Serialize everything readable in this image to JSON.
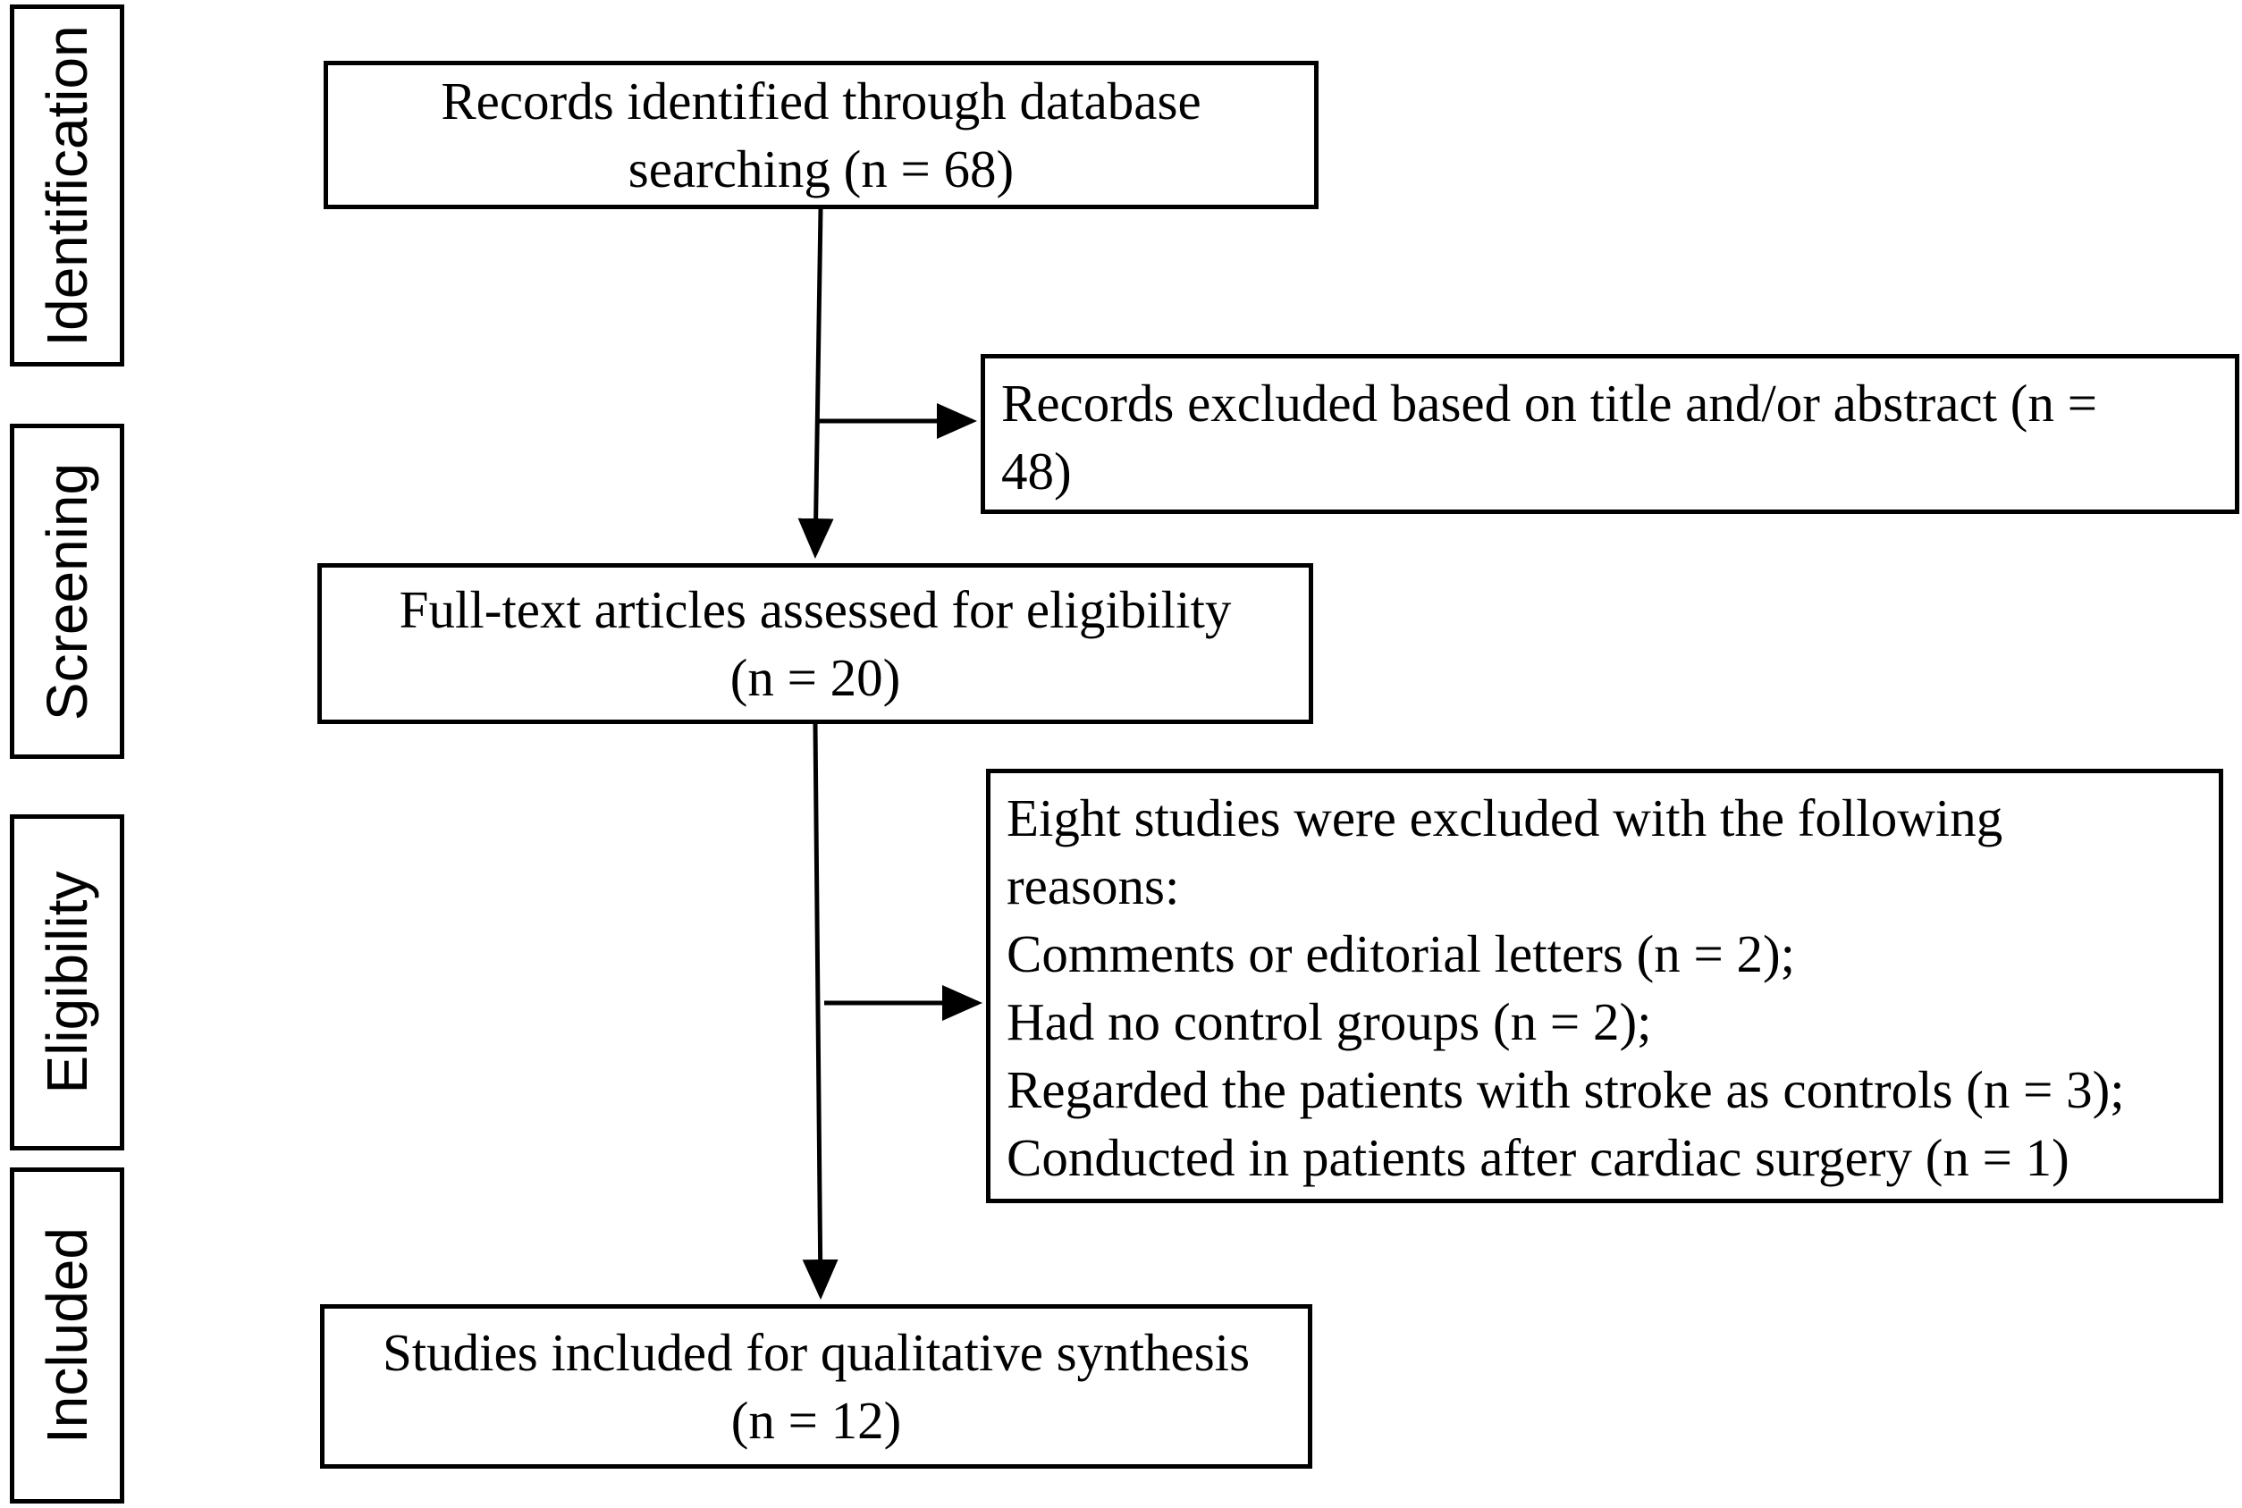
{
  "stages": {
    "identification": "Identification",
    "screening": "Screening",
    "eligibility": "Eligibility",
    "included": "Included"
  },
  "boxes": {
    "records_identified": {
      "line1": "Records identified through database",
      "line2": "searching  (n = 68)"
    },
    "records_excluded": {
      "line1": "Records excluded based on title and/or abstract (n =",
      "line2": "48)"
    },
    "fulltext_assessed": {
      "line1": "Full-text articles assessed for eligibility",
      "line2": "(n = 20)"
    },
    "studies_excluded": {
      "line1": "Eight studies were excluded with the following",
      "line2": "reasons:",
      "line3": "Comments or editorial letters (n = 2);",
      "line4": "Had no control groups (n = 2);",
      "line5": "Regarded the patients with stroke as controls (n = 3);",
      "line6": "Conducted in patients after cardiac surgery (n = 1)"
    },
    "studies_included": {
      "line1": "Studies included for qualitative synthesis",
      "line2": "(n = 12)"
    }
  }
}
